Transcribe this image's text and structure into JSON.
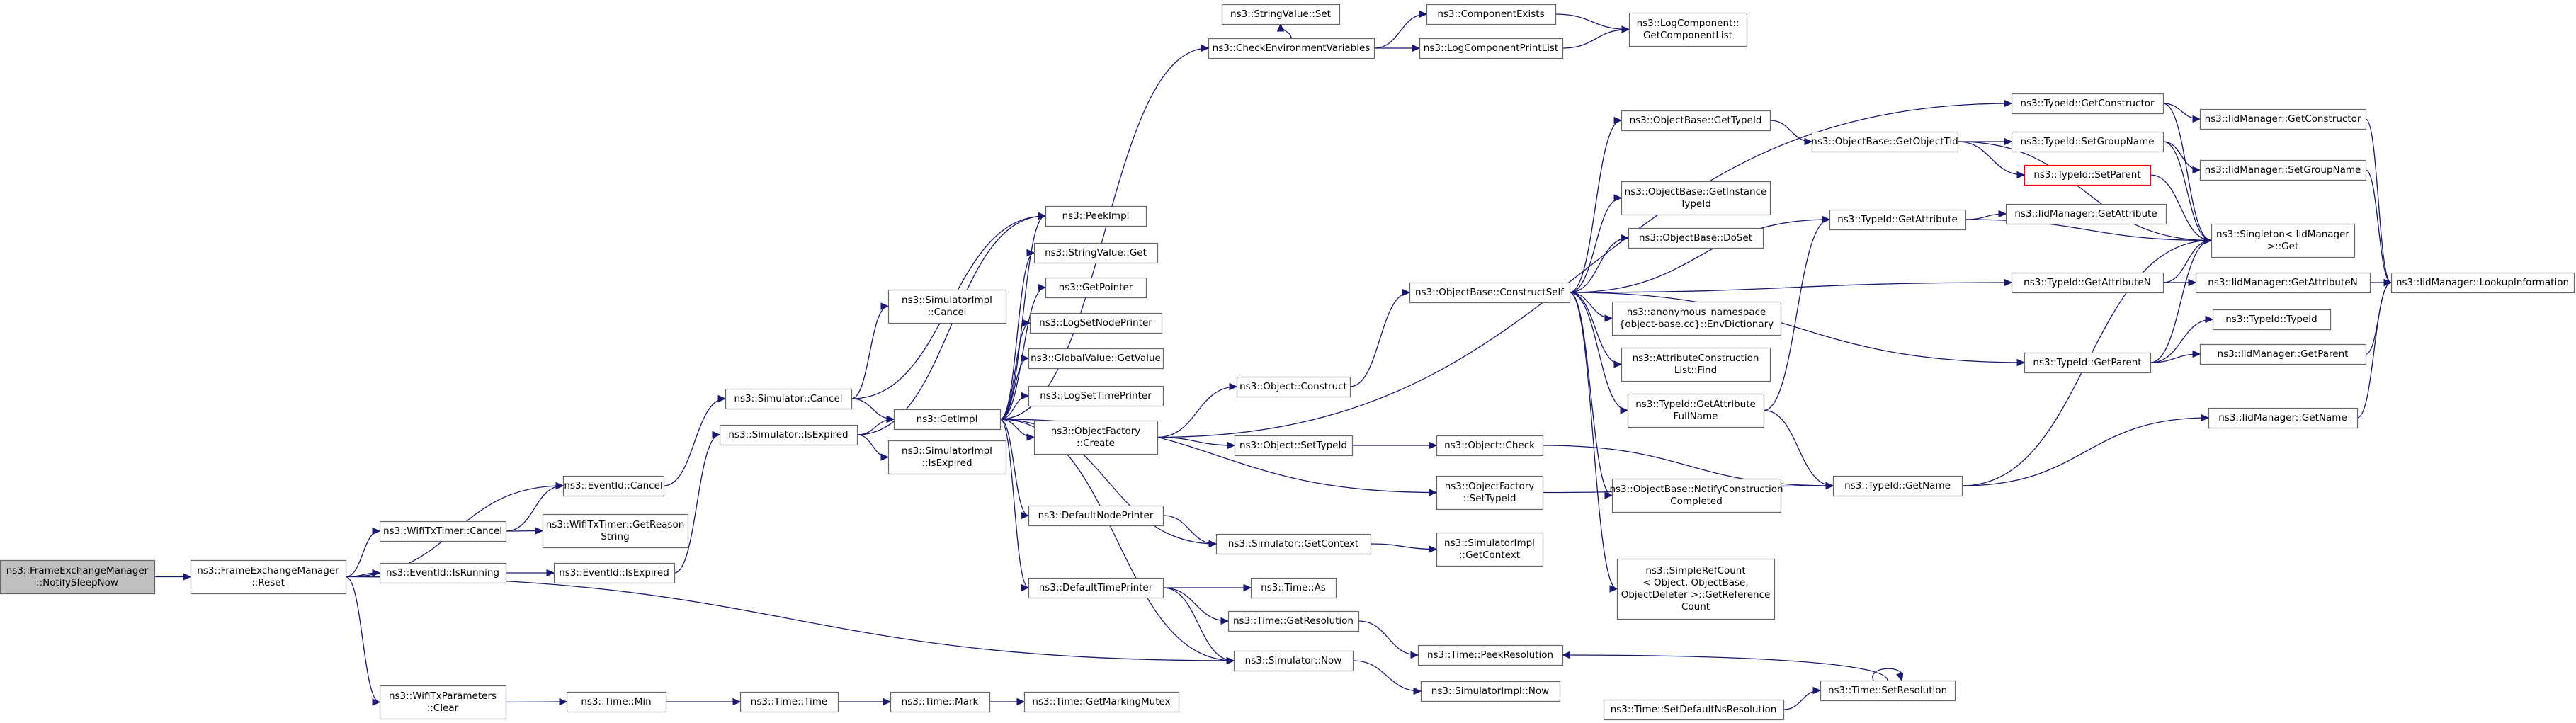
{
  "nodes": [
    {
      "id": "root",
      "lines": [
        "ns3::FrameExchangeManager",
        "::NotifySleepNow"
      ],
      "style": "root"
    },
    {
      "id": "reset",
      "lines": [
        "ns3::FrameExchangeManager",
        "::Reset"
      ]
    },
    {
      "id": "evcancel",
      "lines": [
        "ns3::EventId::Cancel"
      ]
    },
    {
      "id": "wtcancel",
      "lines": [
        "ns3::WifiTxTimer::Cancel"
      ]
    },
    {
      "id": "evrunning",
      "lines": [
        "ns3::EventId::IsRunning"
      ]
    },
    {
      "id": "wtreason",
      "lines": [
        "ns3::WifiTxTimer::GetReason",
        "String"
      ]
    },
    {
      "id": "evexpired",
      "lines": [
        "ns3::EventId::IsExpired"
      ]
    },
    {
      "id": "wtpclear",
      "lines": [
        "ns3::WifiTxParameters",
        "::Clear"
      ]
    },
    {
      "id": "timemin",
      "lines": [
        "ns3::Time::Min"
      ]
    },
    {
      "id": "timetime",
      "lines": [
        "ns3::Time::Time"
      ]
    },
    {
      "id": "timemark",
      "lines": [
        "ns3::Time::Mark"
      ]
    },
    {
      "id": "markmutex",
      "lines": [
        "ns3::Time::GetMarkingMutex"
      ]
    },
    {
      "id": "simcancel",
      "lines": [
        "ns3::Simulator::Cancel"
      ]
    },
    {
      "id": "simexpired",
      "lines": [
        "ns3::Simulator::IsExpired"
      ]
    },
    {
      "id": "simimplcancel",
      "lines": [
        "ns3::SimulatorImpl",
        "::Cancel"
      ]
    },
    {
      "id": "getimpl",
      "lines": [
        "ns3::GetImpl"
      ]
    },
    {
      "id": "simimplexpired",
      "lines": [
        "ns3::SimulatorImpl",
        "::IsExpired"
      ]
    },
    {
      "id": "peekimpl",
      "lines": [
        "ns3::PeekImpl"
      ]
    },
    {
      "id": "strvalget",
      "lines": [
        "ns3::StringValue::Get"
      ]
    },
    {
      "id": "getpointer",
      "lines": [
        "ns3::GetPointer"
      ]
    },
    {
      "id": "logsetnode",
      "lines": [
        "ns3::LogSetNodePrinter"
      ]
    },
    {
      "id": "gvgetvalue",
      "lines": [
        "ns3::GlobalValue::GetValue"
      ]
    },
    {
      "id": "logsettime",
      "lines": [
        "ns3::LogSetTimePrinter"
      ]
    },
    {
      "id": "ofcreate",
      "lines": [
        "ns3::ObjectFactory",
        "::Create"
      ]
    },
    {
      "id": "defnodeprinter",
      "lines": [
        "ns3::DefaultNodePrinter"
      ]
    },
    {
      "id": "simgetcontext",
      "lines": [
        "ns3::Simulator::GetContext"
      ]
    },
    {
      "id": "deftimeprinter",
      "lines": [
        "ns3::DefaultTimePrinter"
      ]
    },
    {
      "id": "timeas",
      "lines": [
        "ns3::Time::As"
      ]
    },
    {
      "id": "timegetres",
      "lines": [
        "ns3::Time::GetResolution"
      ]
    },
    {
      "id": "simnow",
      "lines": [
        "ns3::Simulator::Now"
      ]
    },
    {
      "id": "strvalset",
      "lines": [
        "ns3::StringValue::Set"
      ]
    },
    {
      "id": "checkenv",
      "lines": [
        "ns3::CheckEnvironmentVariables"
      ]
    },
    {
      "id": "compexists",
      "lines": [
        "ns3::ComponentExists"
      ]
    },
    {
      "id": "logcompprint",
      "lines": [
        "ns3::LogComponentPrintList"
      ]
    },
    {
      "id": "logcompgetlist",
      "lines": [
        "ns3::LogComponent::",
        "GetComponentList"
      ]
    },
    {
      "id": "objconstruct",
      "lines": [
        "ns3::Object::Construct"
      ]
    },
    {
      "id": "objsettypeid",
      "lines": [
        "ns3::Object::SetTypeId"
      ]
    },
    {
      "id": "objcheck",
      "lines": [
        "ns3::Object::Check"
      ]
    },
    {
      "id": "ofsettypeid",
      "lines": [
        "ns3::ObjectFactory",
        "::SetTypeId"
      ]
    },
    {
      "id": "simimplgetcontext",
      "lines": [
        "ns3::SimulatorImpl",
        "::GetContext"
      ]
    },
    {
      "id": "timepeekres",
      "lines": [
        "ns3::Time::PeekResolution"
      ]
    },
    {
      "id": "simimplnow",
      "lines": [
        "ns3::SimulatorImpl::Now"
      ]
    },
    {
      "id": "timesetdefns",
      "lines": [
        "ns3::Time::SetDefaultNsResolution"
      ]
    },
    {
      "id": "timesetres",
      "lines": [
        "ns3::Time::SetResolution"
      ]
    },
    {
      "id": "obconstructself",
      "lines": [
        "ns3::ObjectBase::ConstructSelf"
      ]
    },
    {
      "id": "obgettypeid",
      "lines": [
        "ns3::ObjectBase::GetTypeId"
      ]
    },
    {
      "id": "obgetobjtid",
      "lines": [
        "ns3::ObjectBase::GetObjectTid"
      ]
    },
    {
      "id": "obgetinstance",
      "lines": [
        "ns3::ObjectBase::GetInstance",
        "TypeId"
      ]
    },
    {
      "id": "obdoset",
      "lines": [
        "ns3::ObjectBase::DoSet"
      ]
    },
    {
      "id": "anonenv",
      "lines": [
        "ns3::anonymous_namespace",
        "{object-base.cc}::EnvDictionary"
      ]
    },
    {
      "id": "acfind",
      "lines": [
        "ns3::AttributeConstruction",
        "List::Find"
      ]
    },
    {
      "id": "tidgetattrfull",
      "lines": [
        "ns3::TypeId::GetAttribute",
        "FullName"
      ]
    },
    {
      "id": "obnotify",
      "lines": [
        "ns3::ObjectBase::NotifyConstruction",
        "Completed"
      ]
    },
    {
      "id": "simpleref",
      "lines": [
        "ns3::SimpleRefCount",
        "< Object, ObjectBase,",
        "ObjectDeleter >::GetReference",
        "Count"
      ]
    },
    {
      "id": "tidgetconstructor",
      "lines": [
        "ns3::TypeId::GetConstructor"
      ]
    },
    {
      "id": "tidsetgroup",
      "lines": [
        "ns3::TypeId::SetGroupName"
      ]
    },
    {
      "id": "tidsetparent",
      "lines": [
        "ns3::TypeId::SetParent"
      ],
      "style": "red"
    },
    {
      "id": "tidgetattr",
      "lines": [
        "ns3::TypeId::GetAttribute"
      ]
    },
    {
      "id": "tidgetattrn",
      "lines": [
        "ns3::TypeId::GetAttributeN"
      ]
    },
    {
      "id": "tidgetparent",
      "lines": [
        "ns3::TypeId::GetParent"
      ]
    },
    {
      "id": "tidgetname",
      "lines": [
        "ns3::TypeId::GetName"
      ]
    },
    {
      "id": "iidgetconstructor",
      "lines": [
        "ns3::IidManager::GetConstructor"
      ]
    },
    {
      "id": "iidsetgroup",
      "lines": [
        "ns3::IidManager::SetGroupName"
      ]
    },
    {
      "id": "iidgetattr",
      "lines": [
        "ns3::IidManager::GetAttribute"
      ]
    },
    {
      "id": "singleton",
      "lines": [
        "ns3::Singleton< IidManager",
        ">::Get"
      ]
    },
    {
      "id": "iidgetattrn",
      "lines": [
        "ns3::IidManager::GetAttributeN"
      ]
    },
    {
      "id": "tidtypeid",
      "lines": [
        "ns3::TypeId::TypeId"
      ]
    },
    {
      "id": "iidgetparent",
      "lines": [
        "ns3::IidManager::GetParent"
      ]
    },
    {
      "id": "iidgetname",
      "lines": [
        "ns3::IidManager::GetName"
      ]
    },
    {
      "id": "iidlookup",
      "lines": [
        "ns3::IidManager::LookupInformation"
      ]
    }
  ],
  "edges": [
    [
      "root",
      "reset"
    ],
    [
      "reset",
      "evcancel"
    ],
    [
      "reset",
      "wtcancel"
    ],
    [
      "reset",
      "evrunning"
    ],
    [
      "reset",
      "simnow"
    ],
    [
      "reset",
      "wtpclear"
    ],
    [
      "wtcancel",
      "evcancel"
    ],
    [
      "wtcancel",
      "wtreason"
    ],
    [
      "evrunning",
      "evexpired"
    ],
    [
      "evcancel",
      "simcancel"
    ],
    [
      "evexpired",
      "simexpired"
    ],
    [
      "wtpclear",
      "timemin"
    ],
    [
      "timemin",
      "timetime"
    ],
    [
      "timetime",
      "timemark"
    ],
    [
      "timemark",
      "markmutex"
    ],
    [
      "simcancel",
      "simimplcancel"
    ],
    [
      "simcancel",
      "getimpl"
    ],
    [
      "simcancel",
      "peekimpl"
    ],
    [
      "simexpired",
      "getimpl"
    ],
    [
      "simexpired",
      "simimplexpired"
    ],
    [
      "simexpired",
      "peekimpl"
    ],
    [
      "getimpl",
      "peekimpl"
    ],
    [
      "getimpl",
      "strvalget"
    ],
    [
      "getimpl",
      "getpointer"
    ],
    [
      "getimpl",
      "logsetnode"
    ],
    [
      "getimpl",
      "gvgetvalue"
    ],
    [
      "getimpl",
      "logsettime"
    ],
    [
      "getimpl",
      "ofcreate"
    ],
    [
      "getimpl",
      "ofsettypeid"
    ],
    [
      "getimpl",
      "defnodeprinter"
    ],
    [
      "getimpl",
      "simgetcontext"
    ],
    [
      "getimpl",
      "deftimeprinter"
    ],
    [
      "getimpl",
      "simnow"
    ],
    [
      "getimpl",
      "checkenv"
    ],
    [
      "defnodeprinter",
      "simgetcontext"
    ],
    [
      "simgetcontext",
      "simimplgetcontext"
    ],
    [
      "deftimeprinter",
      "timeas"
    ],
    [
      "deftimeprinter",
      "timegetres"
    ],
    [
      "deftimeprinter",
      "simnow"
    ],
    [
      "timegetres",
      "timepeekres"
    ],
    [
      "simnow",
      "simimplnow"
    ],
    [
      "timesetdefns",
      "timesetres"
    ],
    [
      "timesetres",
      "timepeekres"
    ],
    [
      "timesetres",
      "timesetres"
    ],
    [
      "checkenv",
      "strvalset"
    ],
    [
      "checkenv",
      "compexists"
    ],
    [
      "checkenv",
      "logcompprint"
    ],
    [
      "compexists",
      "logcompgetlist"
    ],
    [
      "logcompprint",
      "logcompgetlist"
    ],
    [
      "ofcreate",
      "objconstruct"
    ],
    [
      "ofcreate",
      "objsettypeid"
    ],
    [
      "ofcreate",
      "tidgetconstructor"
    ],
    [
      "objconstruct",
      "obconstructself"
    ],
    [
      "objsettypeid",
      "objcheck"
    ],
    [
      "objcheck",
      "tidgetname"
    ],
    [
      "obconstructself",
      "obgettypeid"
    ],
    [
      "obconstructself",
      "obgetinstance"
    ],
    [
      "obconstructself",
      "obdoset"
    ],
    [
      "obconstructself",
      "anonenv"
    ],
    [
      "obconstructself",
      "acfind"
    ],
    [
      "obconstructself",
      "tidgetattrfull"
    ],
    [
      "obconstructself",
      "obnotify"
    ],
    [
      "obconstructself",
      "simpleref"
    ],
    [
      "obconstructself",
      "tidgetattr"
    ],
    [
      "obconstructself",
      "tidgetattrn"
    ],
    [
      "obconstructself",
      "tidgetparent"
    ],
    [
      "obgettypeid",
      "obgetobjtid"
    ],
    [
      "obgetobjtid",
      "tidsetgroup"
    ],
    [
      "obgetobjtid",
      "tidsetparent"
    ],
    [
      "obgetobjtid",
      "singleton"
    ],
    [
      "tidgetattrfull",
      "tidgetattr"
    ],
    [
      "tidgetattrfull",
      "tidgetname"
    ],
    [
      "tidgetconstructor",
      "iidgetconstructor"
    ],
    [
      "tidgetconstructor",
      "singleton"
    ],
    [
      "tidsetgroup",
      "iidsetgroup"
    ],
    [
      "tidsetgroup",
      "singleton"
    ],
    [
      "tidsetparent",
      "singleton"
    ],
    [
      "tidgetattr",
      "iidgetattr"
    ],
    [
      "tidgetattr",
      "singleton"
    ],
    [
      "tidgetattrn",
      "iidgetattrn"
    ],
    [
      "tidgetattrn",
      "singleton"
    ],
    [
      "tidgetparent",
      "tidtypeid"
    ],
    [
      "tidgetparent",
      "iidgetparent"
    ],
    [
      "tidgetparent",
      "singleton"
    ],
    [
      "tidgetname",
      "iidgetname"
    ],
    [
      "tidgetname",
      "singleton"
    ],
    [
      "ofsettypeid",
      "tidgetname"
    ],
    [
      "iidgetconstructor",
      "iidlookup"
    ],
    [
      "iidsetgroup",
      "iidlookup"
    ],
    [
      "iidgetattrn",
      "iidlookup"
    ],
    [
      "iidgetparent",
      "iidlookup"
    ],
    [
      "iidgetname",
      "iidlookup"
    ]
  ]
}
